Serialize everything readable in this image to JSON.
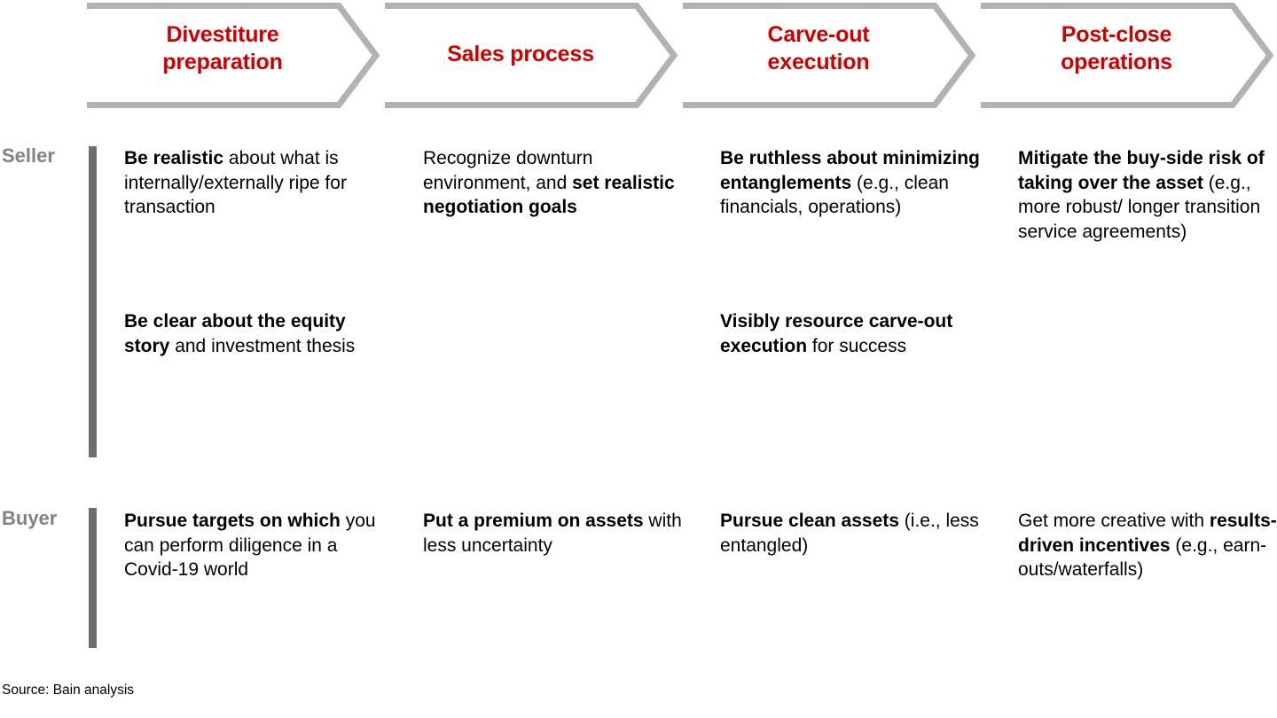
{
  "colors": {
    "accent_red": "#CC0000",
    "chevron_outline": "#B2B2B2",
    "row_bar": "#6E6E6E",
    "row_label": "#808285",
    "body_text": "#000000",
    "background": "#FFFFFF"
  },
  "phases": [
    {
      "id": "divestiture-preparation",
      "label": "Divestiture\npreparation"
    },
    {
      "id": "sales-process",
      "label": "Sales process"
    },
    {
      "id": "carve-out-execution",
      "label": "Carve-out\nexecution"
    },
    {
      "id": "post-close-operations",
      "label": "Post-close\noperations"
    }
  ],
  "rows": [
    {
      "id": "seller",
      "label": "Seller",
      "groups": [
        {
          "id": "seller-group-1",
          "cells": [
            {
              "id": "seller-1-divestiture",
              "html": "<b>Be realistic</b> about what is internally/externally ripe for transaction",
              "text": "Be realistic about what is internally/externally ripe for transaction"
            },
            {
              "id": "seller-1-sales",
              "html": "Recognize downturn environment, and <b>set realistic negotiation goals</b>",
              "text": "Recognize downturn environment, and set realistic negotiation goals"
            },
            {
              "id": "seller-1-carveout",
              "html": "<b>Be ruthless about minimizing entanglements</b> (e.g., clean financials, operations)",
              "text": "Be ruthless about minimizing entanglements (e.g., clean financials, operations)"
            },
            {
              "id": "seller-1-postclose",
              "html": "<b>Mitigate the buy-side risk of taking over the asset</b> (e.g., more robust/ longer transition service agreements)",
              "text": "Mitigate the buy-side risk of taking over the asset (e.g., more robust/ longer transition service agreements)"
            }
          ]
        },
        {
          "id": "seller-group-2",
          "cells": [
            {
              "id": "seller-2-divestiture",
              "html": "<b>Be clear about the equity story</b> and investment thesis",
              "text": "Be clear about the equity story and investment thesis"
            },
            {
              "id": "seller-2-sales",
              "html": "",
              "text": ""
            },
            {
              "id": "seller-2-carveout",
              "html": "<b>Visibly resource carve-out execution</b> for success",
              "text": "Visibly resource carve-out execution for success"
            },
            {
              "id": "seller-2-postclose",
              "html": "",
              "text": ""
            }
          ]
        }
      ]
    },
    {
      "id": "buyer",
      "label": "Buyer",
      "groups": [
        {
          "id": "buyer-group-1",
          "cells": [
            {
              "id": "buyer-1-divestiture",
              "html": "<b>Pursue targets on which</b> you can perform diligence in a Covid-19 world",
              "text": "Pursue targets on which you can perform diligence in a Covid-19 world"
            },
            {
              "id": "buyer-1-sales",
              "html": "<b>Put a premium on assets</b> with less uncertainty",
              "text": "Put a premium on assets with less uncertainty"
            },
            {
              "id": "buyer-1-carveout",
              "html": "<b>Pursue clean assets</b> (i.e., less entangled)",
              "text": "Pursue clean assets (i.e., less entangled)"
            },
            {
              "id": "buyer-1-postclose",
              "html": "Get more creative with <b>results-driven incentives</b> (e.g., earn-outs/waterfalls)",
              "text": "Get more creative with results-driven incentives (e.g., earn-outs/waterfalls)"
            }
          ]
        }
      ]
    }
  ],
  "footer": {
    "source": "Source: Bain analysis"
  }
}
